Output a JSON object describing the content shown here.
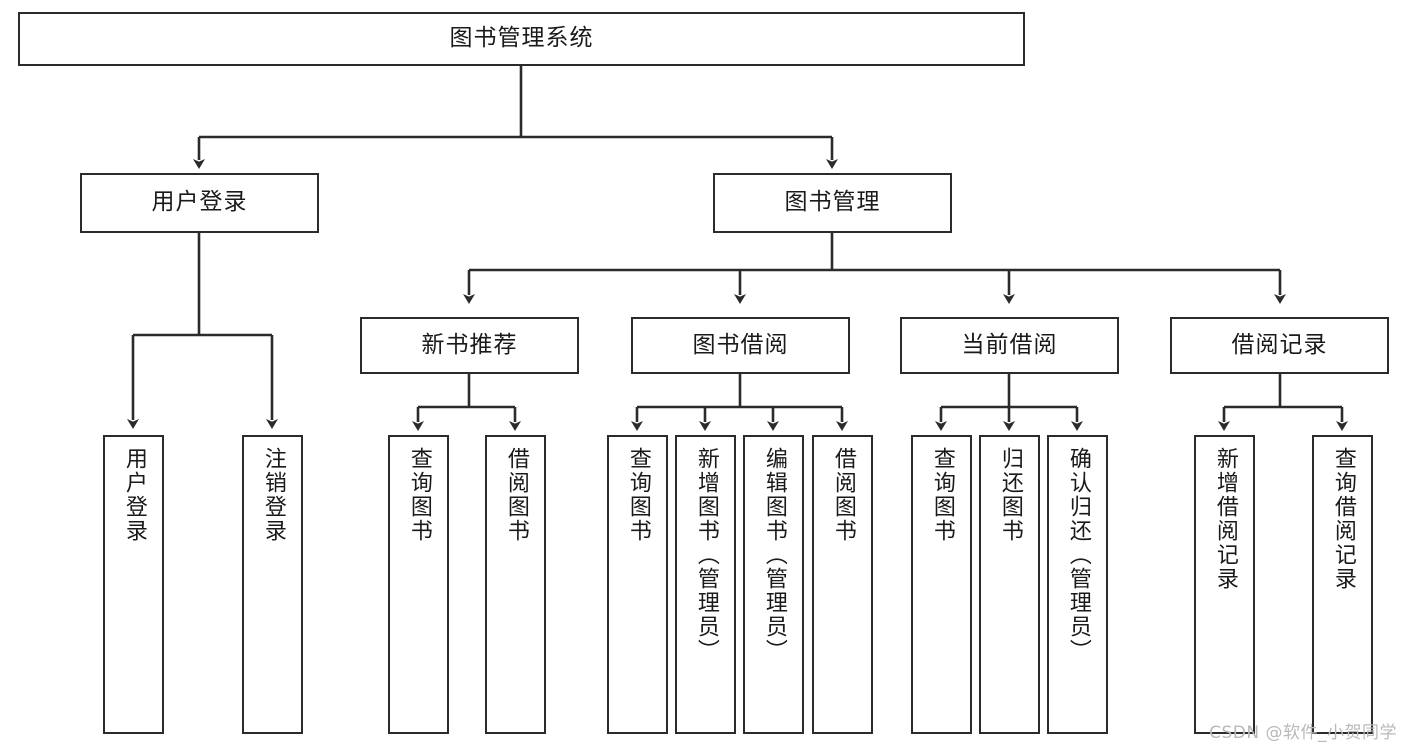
{
  "diagram": {
    "type": "tree",
    "title": "图书管理系统",
    "theme": {
      "background": "#ffffff",
      "box_border": "#2b2b2b",
      "box_fill": "#ffffff",
      "edge_color": "#2b2b2b",
      "text_color": "#1a1a1a",
      "watermark_color": "#b9b9b9"
    },
    "watermark": "CSDN @软件_小贺同学",
    "root": {
      "label": "图书管理系统"
    },
    "level2": [
      {
        "label": "用户登录"
      },
      {
        "label": "图书管理"
      }
    ],
    "level3": [
      {
        "label": "新书推荐"
      },
      {
        "label": "图书借阅"
      },
      {
        "label": "当前借阅"
      },
      {
        "label": "借阅记录"
      }
    ],
    "leaves": {
      "user_login": [
        {
          "label": "用户登录"
        },
        {
          "label": "注销登录"
        }
      ],
      "new_book_recommend": [
        {
          "label": "查询图书"
        },
        {
          "label": "借阅图书"
        }
      ],
      "book_borrow": [
        {
          "label": "查询图书"
        },
        {
          "label": "新增图书（管理员）"
        },
        {
          "label": "编辑图书（管理员）"
        },
        {
          "label": "借阅图书"
        }
      ],
      "current_borrow": [
        {
          "label": "查询图书"
        },
        {
          "label": "归还图书"
        },
        {
          "label": "确认归还（管理员）"
        }
      ],
      "borrow_record": [
        {
          "label": "新增借阅记录"
        },
        {
          "label": "查询借阅记录"
        }
      ]
    }
  }
}
